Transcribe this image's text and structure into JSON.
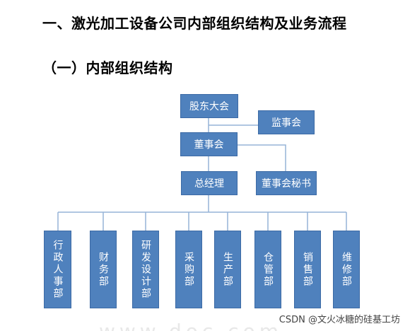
{
  "headings": {
    "title": "一、激光加工设备公司内部组织结构及业务流程",
    "subtitle": "（一）内部组织结构"
  },
  "org_chart": {
    "shareholders": "股东大会",
    "supervisory_board": "监事会",
    "board": "董事会",
    "general_manager": "总经理",
    "board_secretary": "董事会秘书",
    "departments": [
      "行政人事部",
      "财务部",
      "研发设计部",
      "采购部",
      "生产部",
      "仓管部",
      "销售部",
      "维修部"
    ]
  },
  "watermark": "CSDN @文火冰糖的硅基工坊",
  "faded_url": "www.doc.com",
  "colors": {
    "box_fill": "#4f81bd",
    "line": "#95b3d7"
  }
}
